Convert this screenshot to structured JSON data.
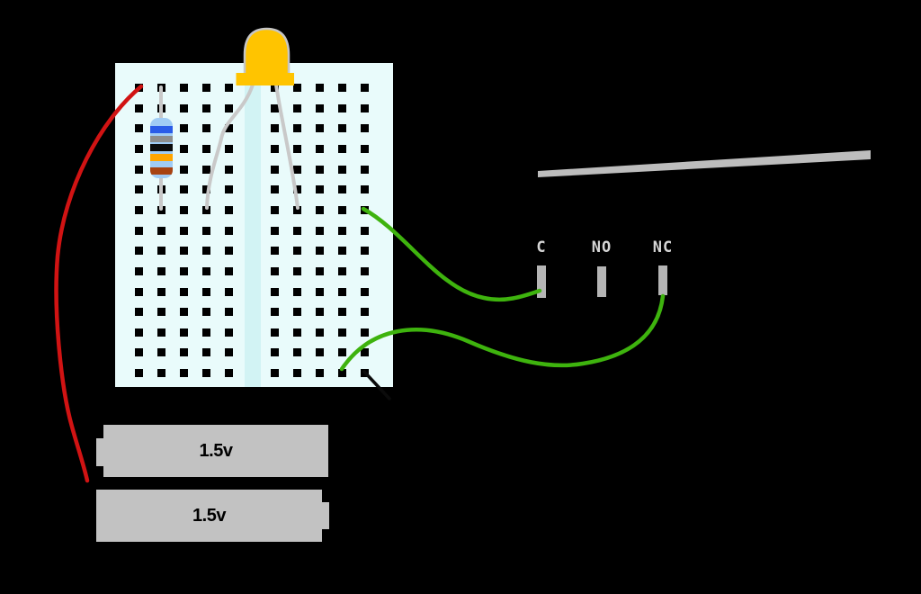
{
  "colors": {
    "background": "#000000",
    "breadboard": "#e9fbfb",
    "breadboard_channel": "#d2f3f4",
    "hole": "#000000",
    "led": "#ffc400",
    "led_outline": "#c6c6c6",
    "lead": "#c9c9c9",
    "resistor_body": "#a0ccf5",
    "wire_red": "#d11313",
    "wire_green": "#3eb30e",
    "wire_black": "#0b0b0b",
    "lever": "#bdbdbd",
    "pin": "#b5b5b5",
    "terminal_label": "#d5d5d5",
    "battery": "#c2c2c2",
    "battery_text": "#000000"
  },
  "breadboard": {
    "rows": 15,
    "row_start": 23,
    "row_step": 22.65,
    "hole_size": 9,
    "col_offsets": [
      22,
      47,
      72,
      97,
      122,
      173,
      198,
      223,
      248,
      273
    ]
  },
  "resistor": {
    "bands": [
      {
        "name": "blue",
        "color": "#2a5ce8"
      },
      {
        "name": "gray",
        "color": "#8e8e8e"
      },
      {
        "name": "black",
        "color": "#0c0c0c"
      },
      {
        "name": "orange",
        "color": "#ffa500"
      },
      {
        "name": "brown",
        "color": "#a84311"
      }
    ]
  },
  "switch": {
    "terminals": [
      {
        "label": "C"
      },
      {
        "label": "NO"
      },
      {
        "label": "NC"
      }
    ]
  },
  "batteries": [
    {
      "label": "1.5v"
    },
    {
      "label": "1.5v"
    }
  ]
}
